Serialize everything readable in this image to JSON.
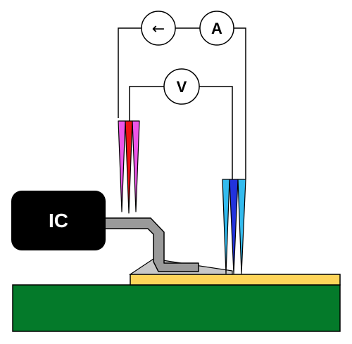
{
  "diagram": {
    "ic_label": "IC",
    "ammeter_label": "A",
    "voltmeter_label": "V",
    "current_source_symbol": "←"
  },
  "colors": {
    "pcb_green": "#047a2a",
    "pad_yellow": "#ffd55a",
    "ic_body": "#000000",
    "lead_gray": "#9a9a9a",
    "probe_magenta": "#ee55e8",
    "probe_red": "#ee1111",
    "probe_cyan": "#33bbee",
    "probe_blue": "#2233dd",
    "wire": "#000000"
  }
}
